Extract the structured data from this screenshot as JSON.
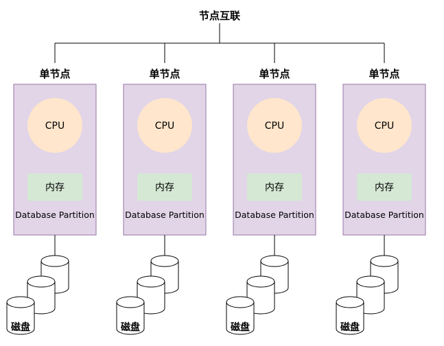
{
  "diagram": {
    "title": "节点互联",
    "colors": {
      "node_fill": "#e1d5e7",
      "node_stroke": "#9673a6",
      "cpu_fill": "#ffe6cc",
      "memory_fill": "#d5e8d4",
      "line": "#000000",
      "disk_fill": "#ffffff"
    },
    "nodes": [
      {
        "label": "单节点",
        "cpu": "CPU",
        "memory": "内存",
        "partition": "Database Partition",
        "disk_label": "磁盘"
      },
      {
        "label": "单节点",
        "cpu": "CPU",
        "memory": "内存",
        "partition": "Database Partition",
        "disk_label": "磁盘"
      },
      {
        "label": "单节点",
        "cpu": "CPU",
        "memory": "内存",
        "partition": "Database Partition",
        "disk_label": "磁盘"
      },
      {
        "label": "单节点",
        "cpu": "CPU",
        "memory": "内存",
        "partition": "Database Partition",
        "disk_label": "磁盘"
      }
    ]
  }
}
